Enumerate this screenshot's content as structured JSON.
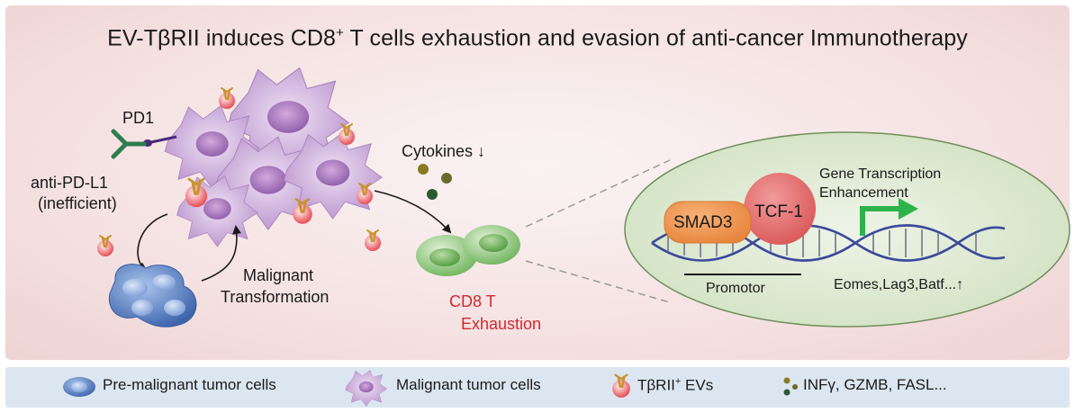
{
  "title": {
    "prefix": "EV-TβRII induces CD8",
    "sup": "+",
    "suffix": " T cells exhaustion and evasion of anti-cancer Immunotherapy"
  },
  "labels": {
    "pd1": "PD1",
    "anti_pdl1": "anti-PD-L1",
    "inefficient": "(inefficient)",
    "cytokines": "Cytokines ↓",
    "malignant": "Malignant",
    "transformation": "Transformation",
    "cd8_t": "CD8 T",
    "exhaustion": "Exhaustion",
    "gene_transcription": "Gene Transcription",
    "enhancement": "Enhancement",
    "smad3": "SMAD3",
    "tcf1": "TCF-1",
    "promotor": "Promotor",
    "genes": "Eomes,Lag3,Batf...↑"
  },
  "legend": {
    "premalignant": "Pre-malignant tumor cells",
    "malignant": "Malignant tumor cells",
    "ev_prefix": "TβRII",
    "ev_sup": "+",
    "ev_suffix": " EVs",
    "cytokines": "INFγ, GZMB, FASL..."
  },
  "colors": {
    "title_text": "#1a1a1a",
    "cd8_label": "#d2272d",
    "malignant_cell": "#c8a8d8",
    "premalignant_cell": "#4f79c0",
    "tcell": "#7cbd6a",
    "nucleus_bg": "#dfead5",
    "smad3": "#f29a55",
    "tcf1": "#e46c6c",
    "dna": "#3b4a9a",
    "arrow_green": "#2db34a",
    "legend_bg": "#dce6f0"
  }
}
